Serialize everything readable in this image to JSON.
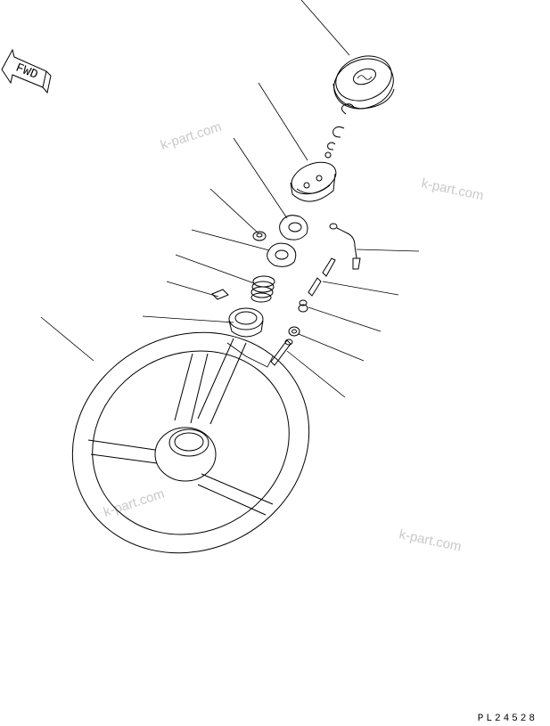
{
  "fwd_label": "FWD",
  "drawing_code": "PL24528",
  "watermarks": [
    "k-part.com",
    "k-part.com",
    "k-part.com",
    "k-part.com"
  ],
  "colors": {
    "line": "#000000",
    "watermark": "#c9c9c9",
    "background": "#ffffff"
  }
}
